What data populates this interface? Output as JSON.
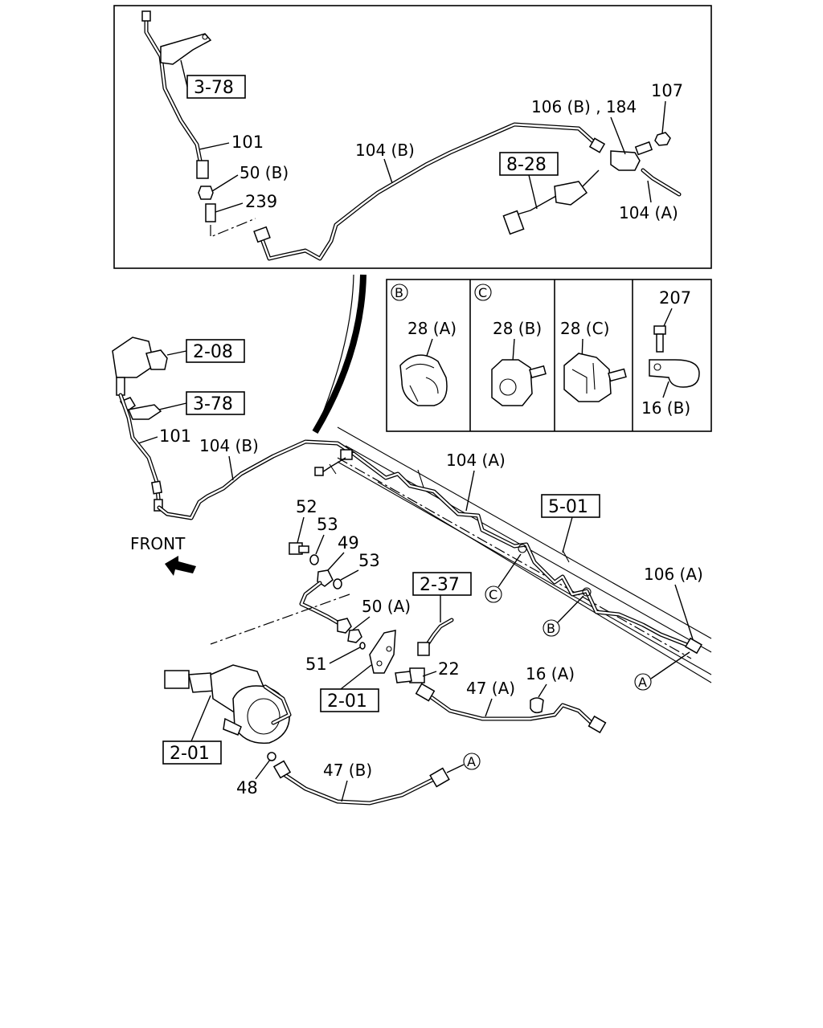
{
  "diagram": {
    "top_panel": {
      "refs": [
        "3-78",
        "8-28"
      ],
      "labels": [
        "101",
        "50 (B)",
        "239",
        "104 (B)",
        "106 (B) , 184",
        "107",
        "104 (A)"
      ]
    },
    "detail_panels": [
      {
        "marker": "B",
        "label": "28 (A)"
      },
      {
        "marker": "C",
        "label": "28 (B)"
      },
      {
        "marker": "",
        "label": "28 (C)"
      },
      {
        "marker": "",
        "labels": [
          "207",
          "16 (B)"
        ]
      }
    ],
    "main": {
      "refs": [
        "2-08",
        "3-78",
        "5-01",
        "2-37",
        "2-01",
        "2-01"
      ],
      "labels": [
        "101",
        "104 (B)",
        "104 (A)",
        "52",
        "53",
        "49",
        "53",
        "50 (A)",
        "51",
        "22",
        "47 (A)",
        "16 (A)",
        "106 (A)",
        "48",
        "47 (B)"
      ],
      "markers": [
        "C",
        "B",
        "A",
        "A"
      ],
      "front_label": "FRONT"
    }
  }
}
